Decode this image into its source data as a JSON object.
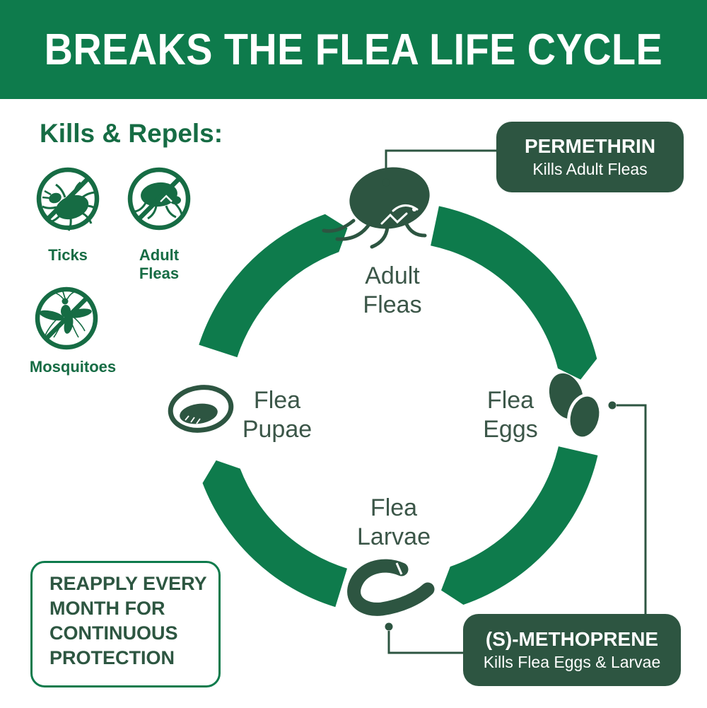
{
  "banner": {
    "title": "BREAKS THE FLEA LIFE CYCLE"
  },
  "kills_repels": {
    "heading": "Kills & Repels:",
    "items": [
      {
        "id": "ticks",
        "icon": "tick-no-icon",
        "label": "Ticks"
      },
      {
        "id": "adult-fleas",
        "icon": "flea-no-icon",
        "label": "Adult\nFleas"
      },
      {
        "id": "mosquitoes",
        "icon": "mosquito-no-icon",
        "label": "Mosquitoes"
      }
    ]
  },
  "cycle": {
    "direction": "clockwise",
    "stages": [
      {
        "id": "adult-fleas",
        "icon": "flea-icon",
        "label": "Adult\nFleas"
      },
      {
        "id": "flea-eggs",
        "icon": "eggs-icon",
        "label": "Flea\nEggs"
      },
      {
        "id": "flea-larvae",
        "icon": "larva-icon",
        "label": "Flea\nLarvae"
      },
      {
        "id": "flea-pupae",
        "icon": "pupa-icon",
        "label": "Flea\nPupae"
      }
    ]
  },
  "callouts": [
    {
      "title": "PERMETHRIN",
      "subtitle": "Kills Adult Fleas",
      "points_to": "adult-fleas"
    },
    {
      "title": "(S)-METHOPRENE",
      "subtitle": "Kills Flea Eggs & Larvae",
      "points_to": "flea-larvae"
    }
  ],
  "note": {
    "text": "REAPPLY EVERY\nMONTH FOR\nCONTINUOUS\nPROTECTION"
  },
  "colors": {
    "banner_green": "#0e7b4c",
    "arc_green": "#0e7b4c",
    "dark_green": "#2d5541",
    "icon_green": "#166c44",
    "stage_label_green": "#3b5648",
    "white": "#ffffff"
  }
}
